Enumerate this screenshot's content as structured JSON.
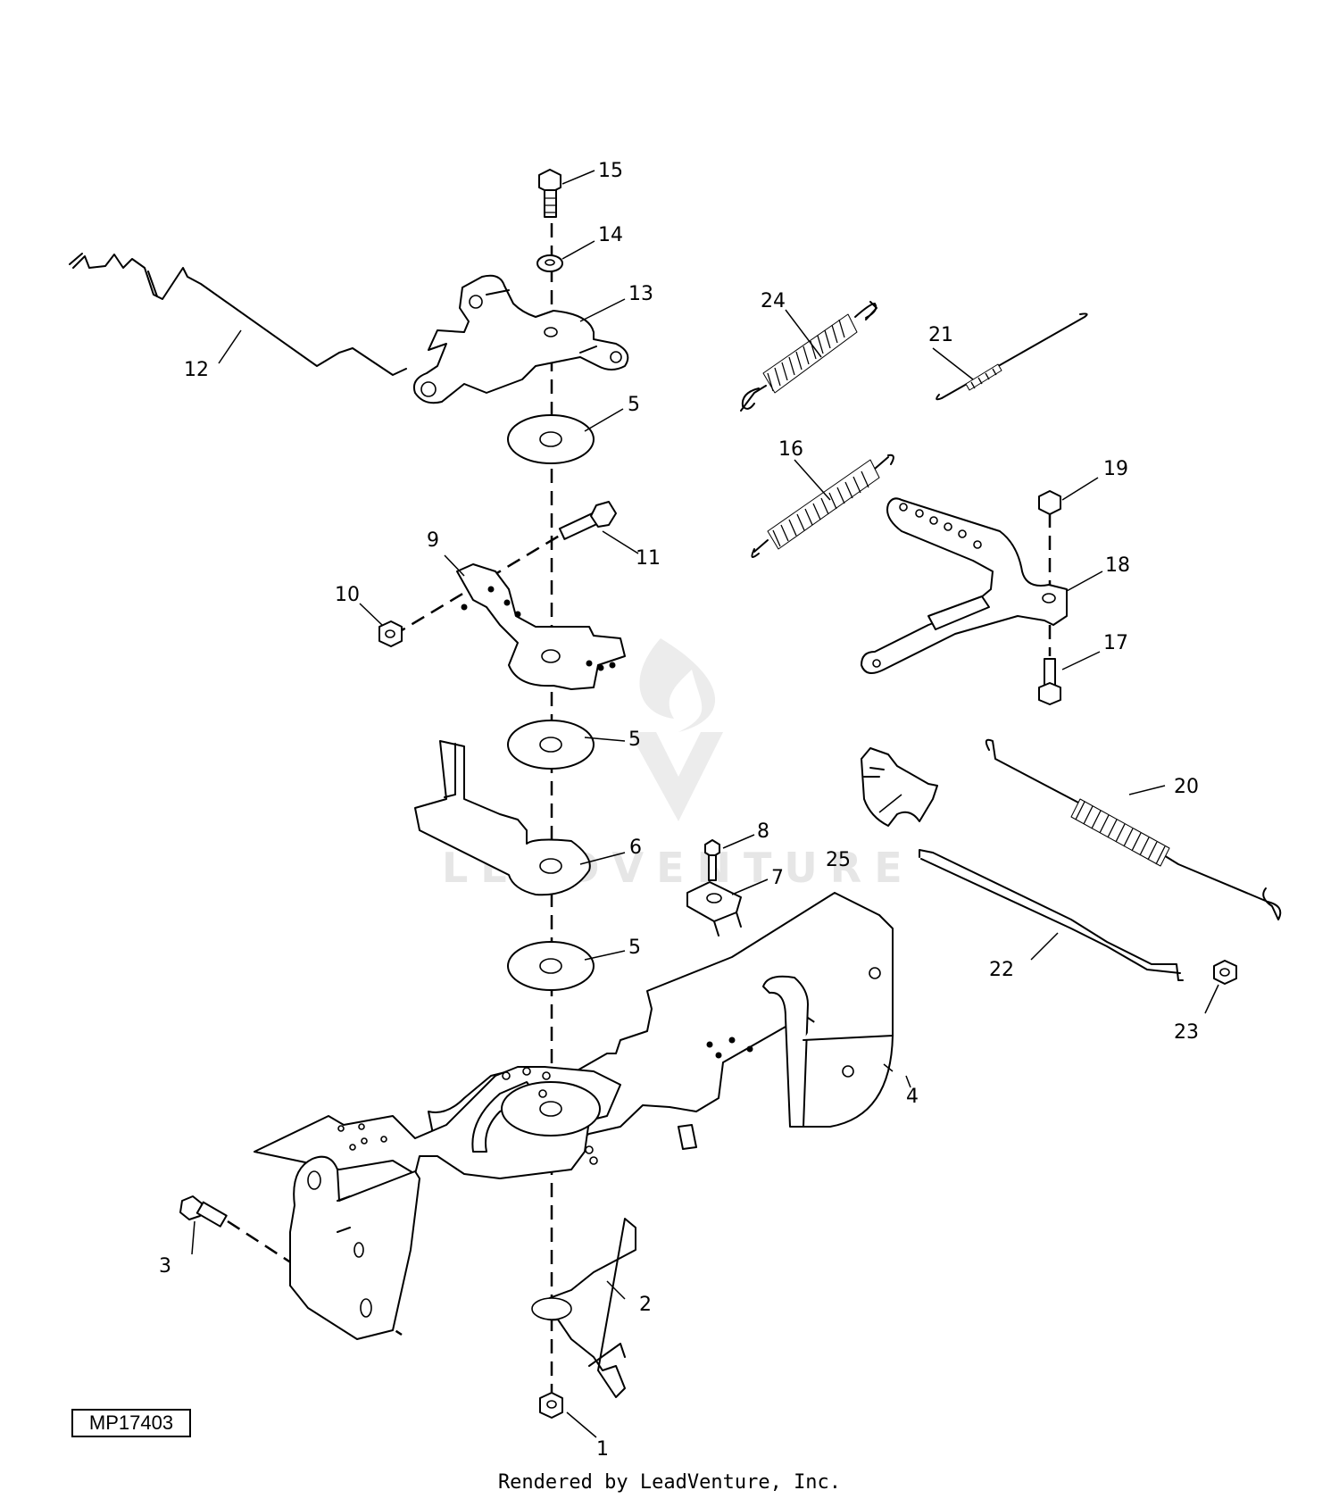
{
  "figure_id": "MP17403",
  "credit": "Rendered by LeadVenture, Inc.",
  "watermark": "LEADVENTURE",
  "callouts": {
    "c1": "1",
    "c2": "2",
    "c3": "3",
    "c4": "4",
    "c5a": "5",
    "c5b": "5",
    "c5c": "5",
    "c6": "6",
    "c7": "7",
    "c8": "8",
    "c9": "9",
    "c10": "10",
    "c11": "11",
    "c12": "12",
    "c13": "13",
    "c14": "14",
    "c15": "15",
    "c16": "16",
    "c17": "17",
    "c18": "18",
    "c19": "19",
    "c20": "20",
    "c21": "21",
    "c22": "22",
    "c23": "23",
    "c24": "24",
    "c25": "25"
  }
}
